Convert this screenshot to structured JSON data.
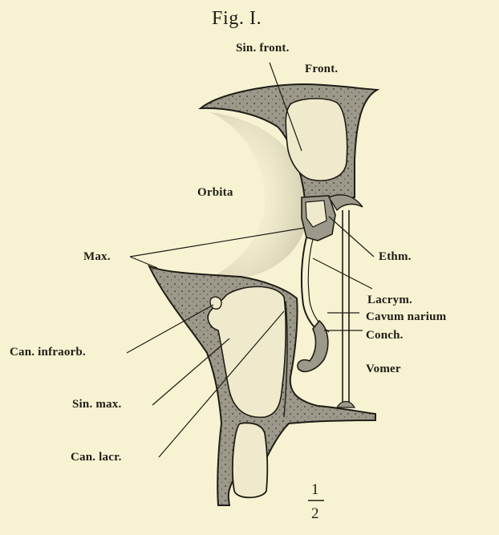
{
  "figure": {
    "title": "Fig. I.",
    "scale": {
      "numerator": "1",
      "denominator": "2"
    },
    "labels": {
      "sin_front": "Sin. front.",
      "front": "Front.",
      "orbita": "Orbita",
      "max": "Max.",
      "ethm": "Ethm.",
      "lacrym": "Lacrym.",
      "cavum_narium": "Cavum narium",
      "conch": "Conch.",
      "vomer": "Vomer",
      "can_infraorb": "Can. infraorb.",
      "sin_max": "Sin. max.",
      "can_lacr": "Can. lacr."
    },
    "colors": {
      "background": "#f7f3d2",
      "bone_section": "#9c998a",
      "cavity": "#efeacb",
      "ink": "#1e1c16"
    }
  }
}
